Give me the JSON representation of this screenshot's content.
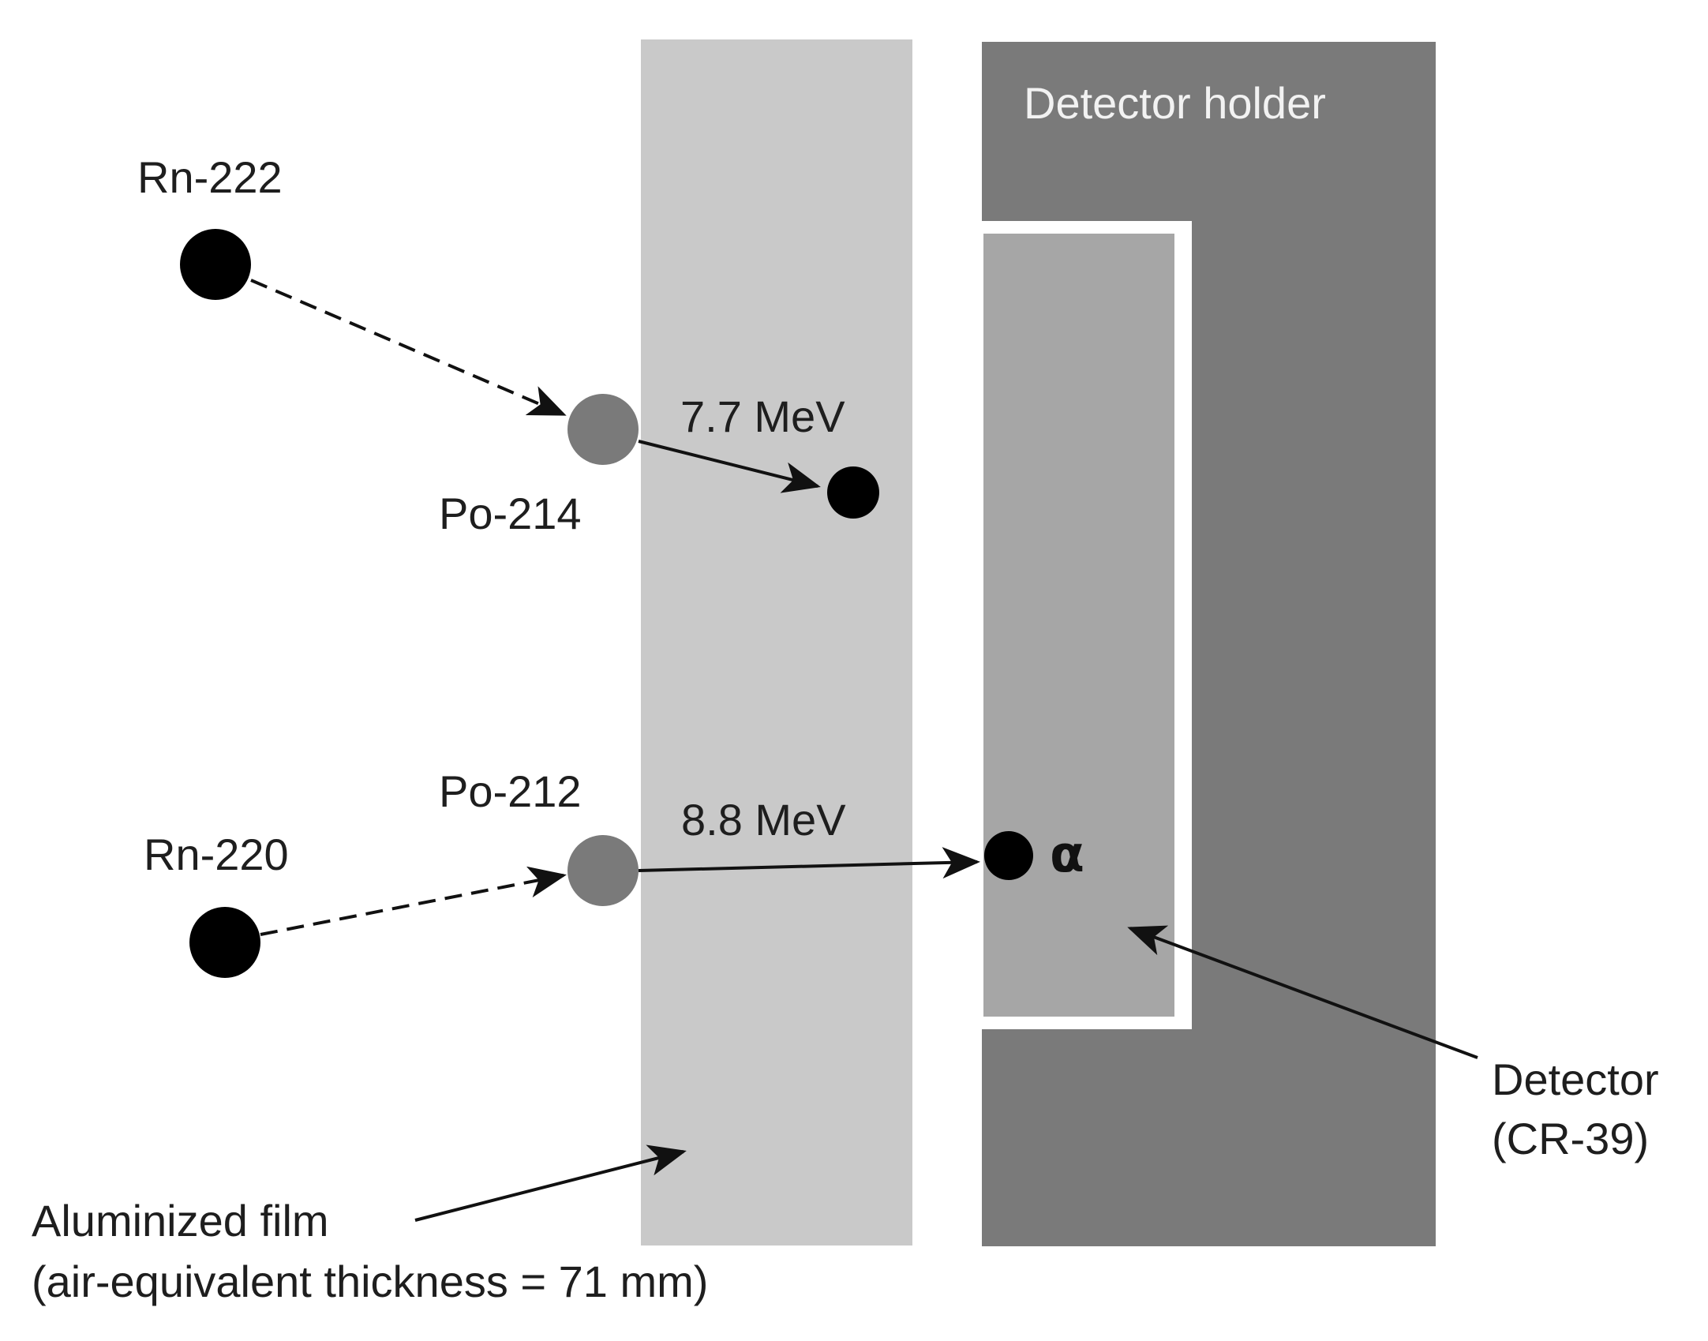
{
  "labels": {
    "detector_holder": "Detector holder",
    "rn222": "Rn-222",
    "po214": "Po-214",
    "energy_po214": "7.7 MeV",
    "po212": "Po-212",
    "energy_po212": "8.8 MeV",
    "rn220": "Rn-220",
    "alpha": "α",
    "detector_line1": "Detector",
    "detector_line2": "(CR-39)",
    "film_line1": "Aluminized film",
    "film_line2": "(air-equivalent thickness = 71 mm)"
  },
  "colors": {
    "film": "#c9c9c9",
    "holder": "#7a7a7a",
    "detector": "#a6a6a6",
    "radon_atom": "#000000",
    "polonium_atom": "#7a7a7a",
    "alpha_particle": "#000000"
  }
}
